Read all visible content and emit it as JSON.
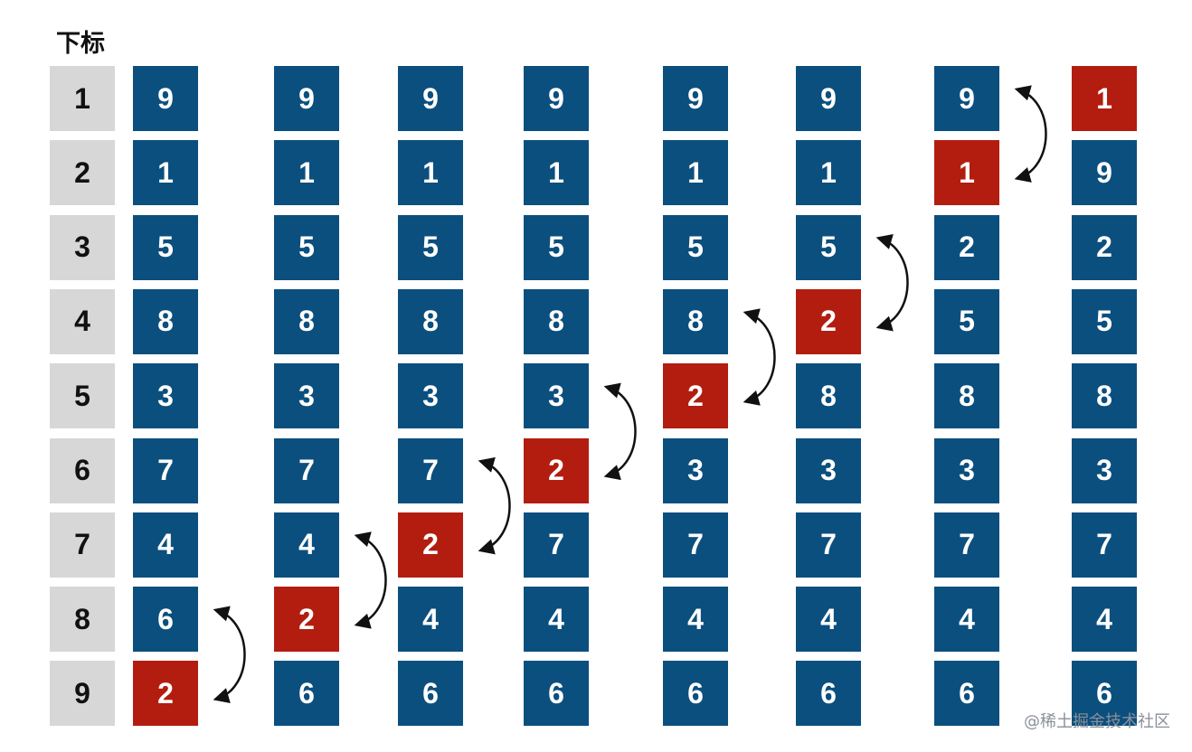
{
  "index_header": "下标",
  "indices": [
    "1",
    "2",
    "3",
    "4",
    "5",
    "6",
    "7",
    "8",
    "9"
  ],
  "colors": {
    "normal": "#0b4f7e",
    "moving": "#b31d0f",
    "index_bg": "#d7d7d7",
    "arrow": "#111111"
  },
  "columns": [
    {
      "values": [
        "9",
        "1",
        "5",
        "8",
        "3",
        "7",
        "4",
        "6",
        "2"
      ],
      "highlight": 8
    },
    {
      "values": [
        "9",
        "1",
        "5",
        "8",
        "3",
        "7",
        "4",
        "2",
        "6"
      ],
      "highlight": 7
    },
    {
      "values": [
        "9",
        "1",
        "5",
        "8",
        "3",
        "7",
        "2",
        "4",
        "6"
      ],
      "highlight": 6
    },
    {
      "values": [
        "9",
        "1",
        "5",
        "8",
        "3",
        "2",
        "7",
        "4",
        "6"
      ],
      "highlight": 5
    },
    {
      "values": [
        "9",
        "1",
        "5",
        "8",
        "2",
        "3",
        "7",
        "4",
        "6"
      ],
      "highlight": 4
    },
    {
      "values": [
        "9",
        "1",
        "5",
        "2",
        "8",
        "3",
        "7",
        "4",
        "6"
      ],
      "highlight": 3
    },
    {
      "values": [
        "9",
        "1",
        "2",
        "5",
        "8",
        "3",
        "7",
        "4",
        "6"
      ],
      "highlight": 1
    },
    {
      "values": [
        "1",
        "9",
        "2",
        "5",
        "8",
        "3",
        "7",
        "4",
        "6"
      ],
      "highlight": 0
    }
  ],
  "swaps": [
    {
      "column": 0,
      "from_row": 7,
      "to_row": 8
    },
    {
      "column": 1,
      "from_row": 6,
      "to_row": 7
    },
    {
      "column": 2,
      "from_row": 5,
      "to_row": 6
    },
    {
      "column": 3,
      "from_row": 4,
      "to_row": 5
    },
    {
      "column": 4,
      "from_row": 3,
      "to_row": 4
    },
    {
      "column": 5,
      "from_row": 2,
      "to_row": 3
    },
    {
      "column": 6,
      "from_row": 0,
      "to_row": 1
    }
  ],
  "watermark": "@稀土掘金技术社区"
}
